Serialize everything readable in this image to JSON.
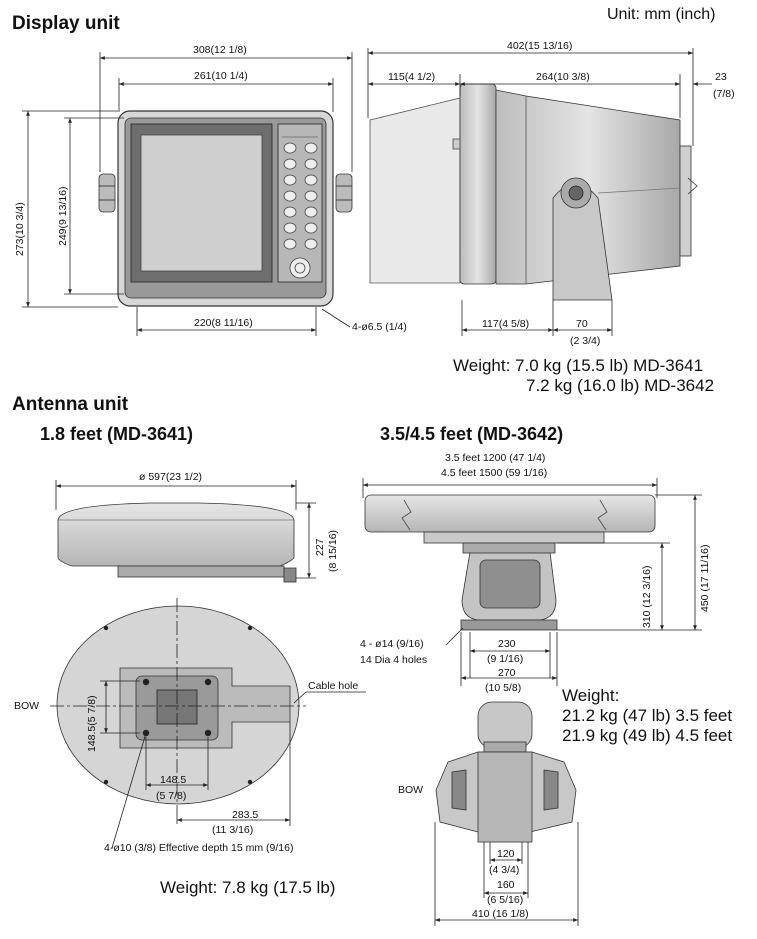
{
  "header": {
    "unit_note": "Unit: mm (inch)"
  },
  "display_unit": {
    "title": "Display unit",
    "dims": {
      "overall_width": "308(12 1/8)",
      "inner_width": "261(10 1/4)",
      "height_outer": "273(10 3/4)",
      "height_inner": "249(9 13/16)",
      "base_width": "220(8 11/16)",
      "holes": "4-ø6.5 (1/4)",
      "depth_total": "402(15 13/16)",
      "depth_front": "115(4 1/2)",
      "depth_rear": "264(10 3/8)",
      "rear_protrusion": "23",
      "rear_protrusion_inch": "(7/8)",
      "bracket_offset": "117(4 5/8)",
      "bracket_width": "70",
      "bracket_width_inch": "(2 3/4)"
    },
    "weights": [
      "Weight: 7.0 kg (15.5 lb) MD-3641",
      "7.2 kg (16.0 lb) MD-3642"
    ]
  },
  "antenna_unit": {
    "title": "Antenna unit",
    "small": {
      "title": "1.8 feet (MD-3641)",
      "dims": {
        "diameter": "ø 597(23 1/2)",
        "height": "227",
        "height_inch": "(8 15/16)",
        "mount_v": "148.5(5 7/8)",
        "mount_h": "148.5",
        "mount_h_inch": "(5 7/8)",
        "cable_offset": "283.5",
        "cable_offset_inch": "(11 3/16)",
        "holes": "4-ø10 (3/8) Effective depth 15 mm (9/16)"
      },
      "labels": {
        "bow": "BOW",
        "cable_hole": "Cable hole"
      },
      "weight": "Weight: 7.8 kg (17.5 lb)"
    },
    "large": {
      "title": "3.5/4.5 feet (MD-3642)",
      "dims": {
        "len_35": "3.5 feet 1200 (47 1/4)",
        "len_45": "4.5 feet 1500 (59 1/16)",
        "total_height": "450 (17 11/16)",
        "pedestal_height": "310 (12 3/16)",
        "holes": "4 - ø14 (9/16)",
        "holes_desc": "14 Dia 4 holes",
        "base_230": "230",
        "base_230_inch": "(9 1/16)",
        "base_270": "270",
        "base_270_inch": "(10 5/8)",
        "top_120": "120",
        "top_120_inch": "(4 3/4)",
        "top_160": "160",
        "top_160_inch": "(6 5/16)",
        "top_410": "410 (16 1/8)"
      },
      "labels": {
        "bow": "BOW"
      },
      "weights": [
        "Weight:",
        "21.2 kg (47 lb) 3.5 feet",
        "21.9 kg (49 lb) 4.5 feet"
      ]
    }
  }
}
